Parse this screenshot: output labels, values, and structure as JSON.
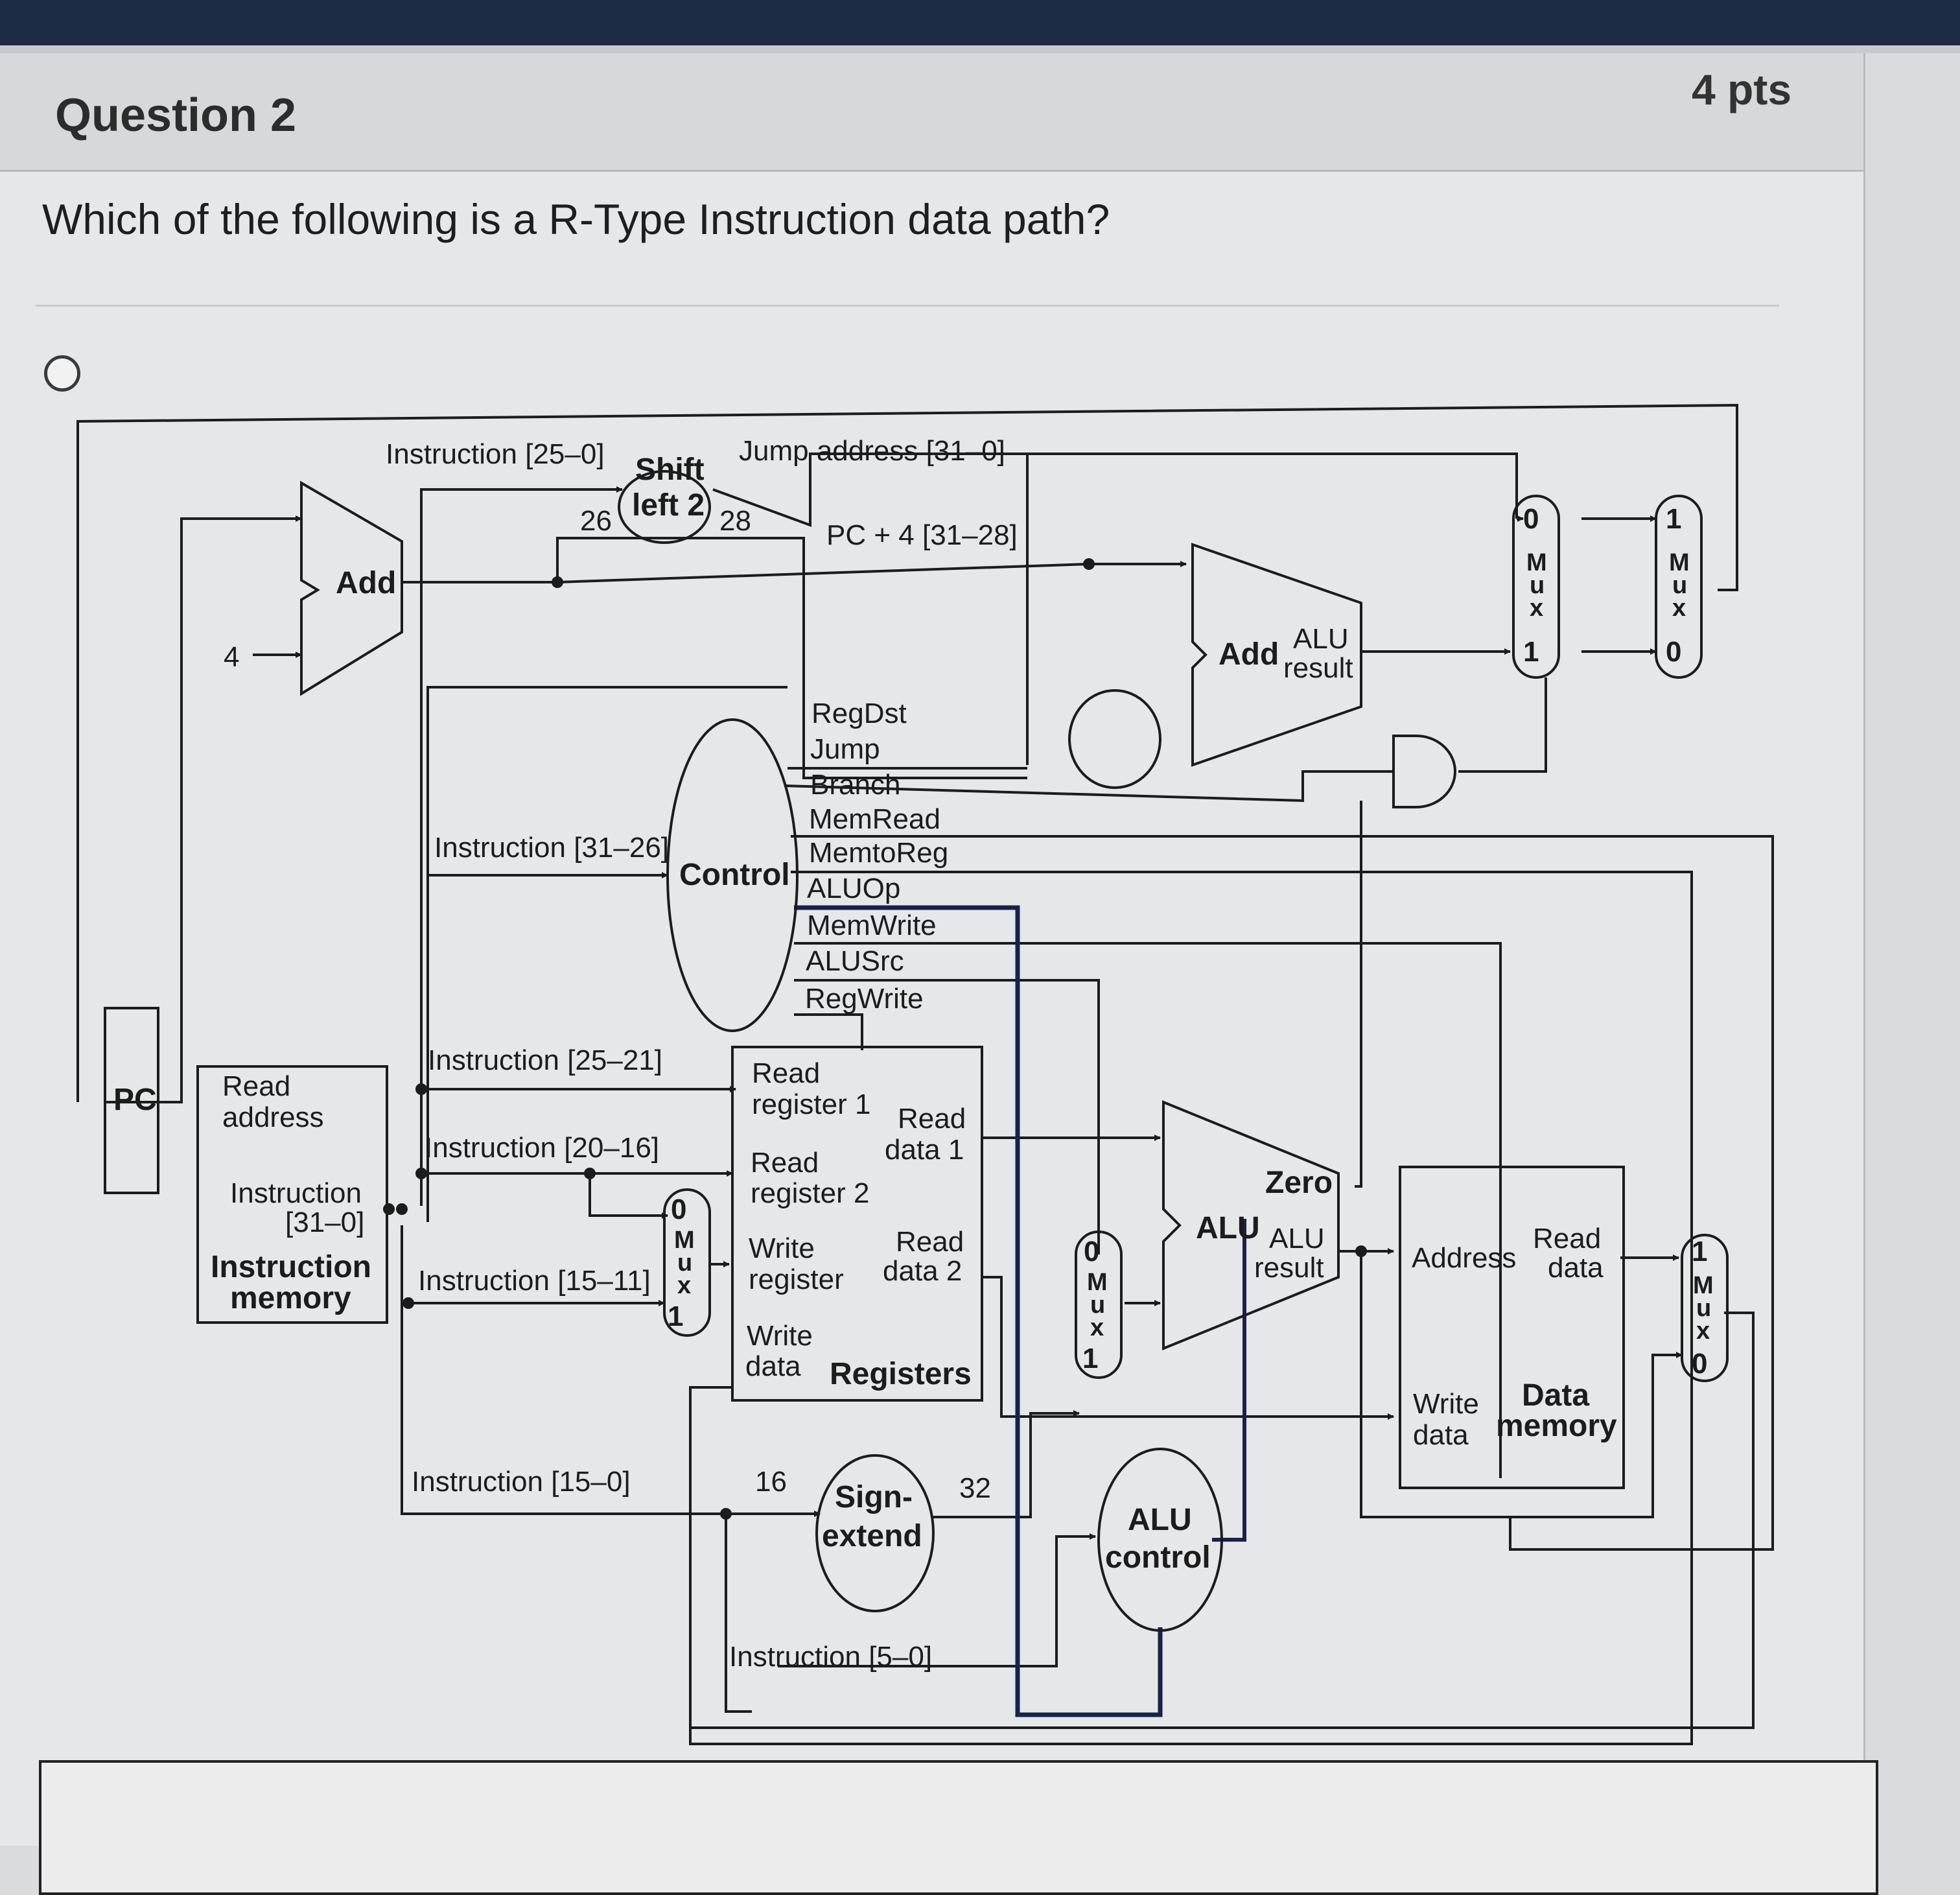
{
  "question": {
    "title": "Question 2",
    "points": "4 pts",
    "text": "Which of the following is a R-Type Instruction data path?"
  },
  "diagram": {
    "labels": {
      "instr_25_0": "Instruction [25–0]",
      "shift": "Shift",
      "left2": "left 2",
      "jump_addr": "Jump address [31–0]",
      "n26": "26",
      "n28": "28",
      "pc4": "PC + 4 [31–28]",
      "add": "Add",
      "four": "4",
      "alu_result_top1": "ALU",
      "alu_result_top2": "result",
      "regdst": "RegDst",
      "jump": "Jump",
      "branch": "Branch",
      "memread": "MemRead",
      "memtoreg": "MemtoReg",
      "aluop": "ALUOp",
      "memwrite": "MemWrite",
      "alusrc": "ALUSrc",
      "regwrite": "RegWrite",
      "control": "Control",
      "instr_31_26": "Instruction [31–26]",
      "instr_25_21": "Instruction [25–21]",
      "instr_20_16": "Instruction [20–16]",
      "instr_15_11": "Instruction [15–11]",
      "instr_15_0": "Instruction [15–0]",
      "instr_5_0": "Instruction [5–0]",
      "pc": "PC",
      "read": "Read",
      "address": "address",
      "instruction": "Instruction",
      "bits_31_0": "[31–0]",
      "instr_mem1": "Instruction",
      "instr_mem2": "memory",
      "read_reg1a": "Read",
      "read_reg1b": "register 1",
      "read_reg2a": "Read",
      "read_reg2b": "register 2",
      "write_reg_a": "Write",
      "write_reg_b": "register",
      "write_data_a": "Write",
      "write_data_b": "data",
      "registers": "Registers",
      "read_data1a": "Read",
      "read_data1b": "data 1",
      "read_data2a": "Read",
      "read_data2b": "data 2",
      "n16": "16",
      "n32": "32",
      "sign": "Sign-",
      "extend": "extend",
      "zero": "Zero",
      "alu": "ALU",
      "alu_res1": "ALU",
      "alu_res2": "result",
      "alu_control1": "ALU",
      "alu_control2": "control",
      "dm_address": "Address",
      "dm_read1": "Read",
      "dm_read2": "data",
      "dm_write1": "Write",
      "dm_write2": "data",
      "data_mem1": "Data",
      "data_mem2": "memory",
      "mux_m": "M",
      "mux_u": "u",
      "mux_x": "x",
      "zero_in": "0",
      "one_in": "1"
    }
  }
}
